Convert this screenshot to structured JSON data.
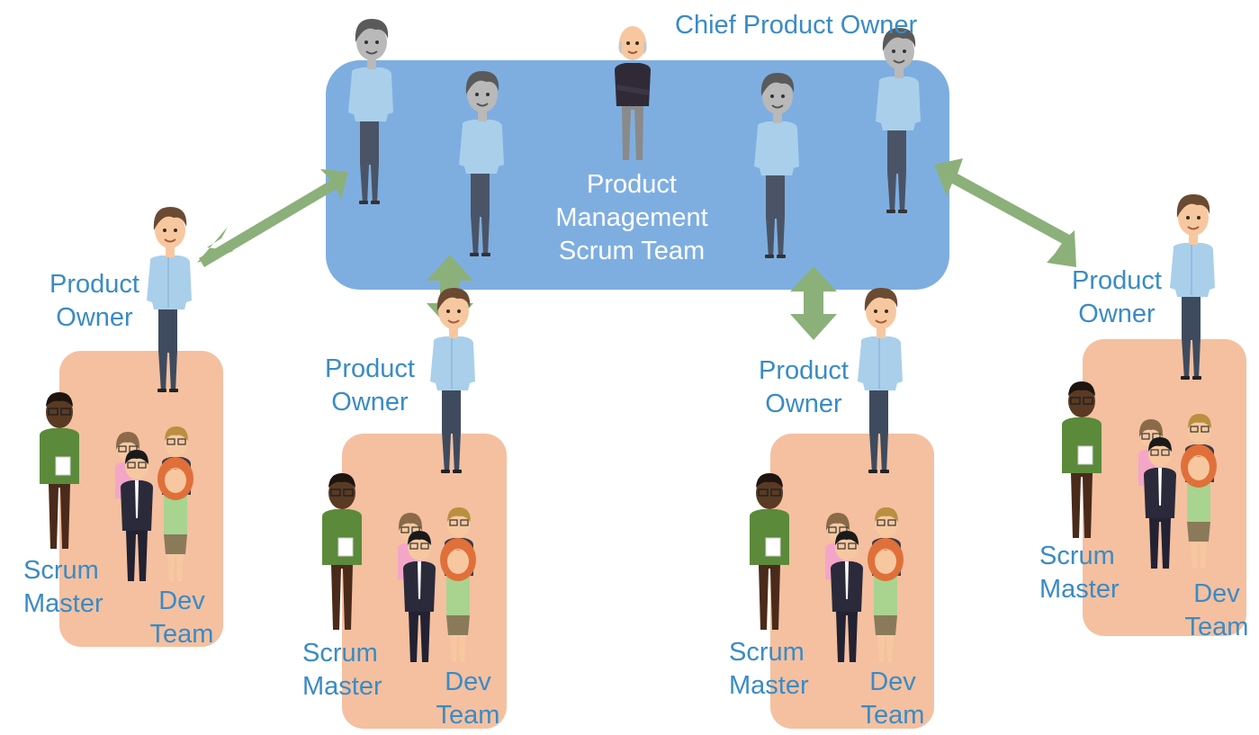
{
  "title": {
    "chief": "Chief Product Owner",
    "pm_line1": "Product",
    "pm_line2": "Management",
    "pm_line3": "Scrum Team"
  },
  "teams": [
    {
      "po_line1": "Product",
      "po_line2": "Owner",
      "sm_line1": "Scrum",
      "sm_line2": "Master",
      "dev_line1": "Dev",
      "dev_line2": "Team"
    },
    {
      "po_line1": "Product",
      "po_line2": "Owner",
      "sm_line1": "Scrum",
      "sm_line2": "Master",
      "dev_line1": "Dev",
      "dev_line2": "Team"
    },
    {
      "po_line1": "Product",
      "po_line2": "Owner",
      "sm_line1": "Scrum",
      "sm_line2": "Master",
      "dev_line1": "Dev",
      "dev_line2": "Team"
    },
    {
      "po_line1": "Product",
      "po_line2": "Owner",
      "sm_line1": "Scrum",
      "sm_line2": "Master",
      "dev_line1": "Dev",
      "dev_line2": "Team"
    }
  ],
  "colors": {
    "pm_box": "#7eaee0",
    "team_box": "#f4c0a0",
    "arrow": "#8cb07a",
    "label": "#3a8bc5"
  }
}
